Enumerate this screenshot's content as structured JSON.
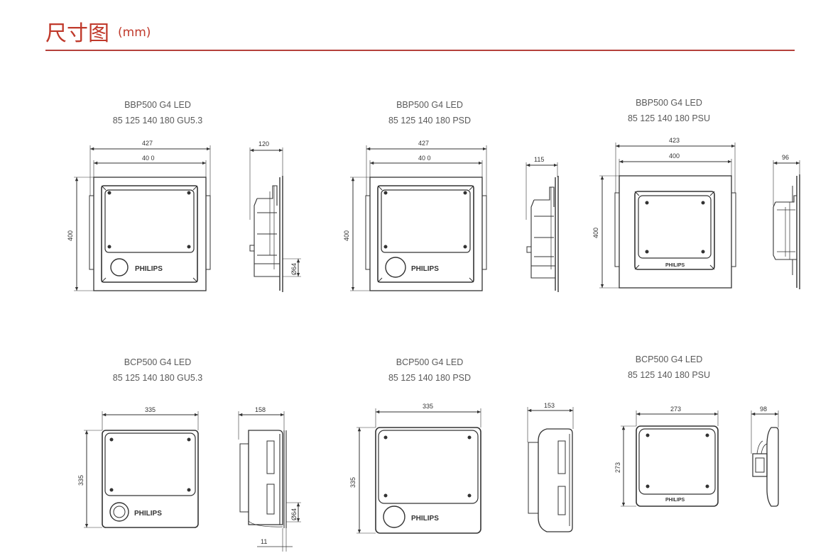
{
  "header": {
    "title": "尺寸图",
    "unit": "(mm)"
  },
  "brand": "PHILIPS",
  "products": [
    {
      "line1": "BBP500 G4 LED",
      "line2": "85 125 140 180 GU5.3",
      "w_outer": "427",
      "w_inner": "40 0",
      "height": "400",
      "depth": "120",
      "port": "Ø64"
    },
    {
      "line1": "BBP500 G4 LED",
      "line2": "85 125 140 180 PSD",
      "w_outer": "427",
      "w_inner": "40 0",
      "height": "400",
      "depth": "115"
    },
    {
      "line1": "BBP500 G4 LED",
      "line2": "85 125 140 180 PSU",
      "w_outer": "423",
      "w_inner": "400",
      "height": "400",
      "depth": "96"
    },
    {
      "line1": "BCP500 G4 LED",
      "line2": "85 125 140 180 GU5.3",
      "width": "335",
      "height": "335",
      "depth": "158",
      "port": "Ø64",
      "flange": "11"
    },
    {
      "line1": "BCP500 G4 LED",
      "line2": "85 125 140 180 PSD",
      "width": "335",
      "height": "335",
      "depth": "153"
    },
    {
      "line1": "BCP500 G4 LED",
      "line2": "85 125 140 180 PSU",
      "width": "273",
      "height": "273",
      "depth": "98"
    }
  ]
}
